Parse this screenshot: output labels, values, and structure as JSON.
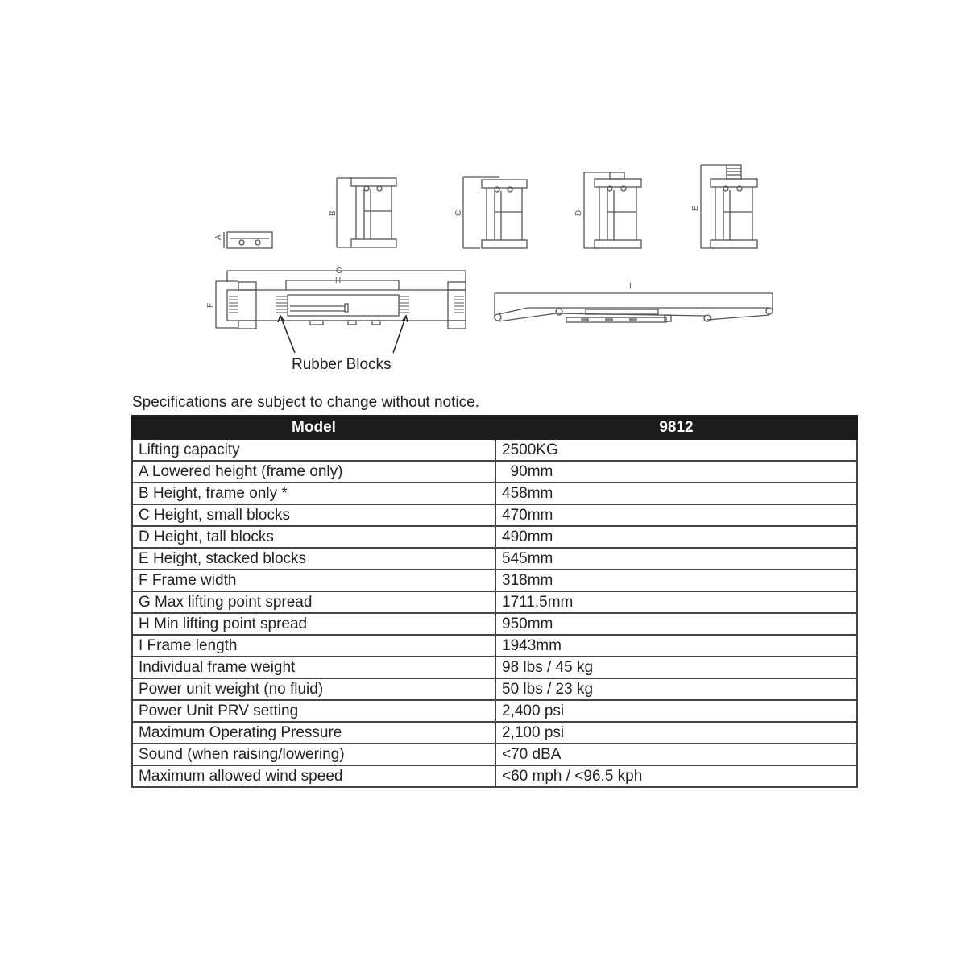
{
  "drawing": {
    "dimension_labels": [
      "A",
      "B",
      "C",
      "D",
      "E",
      "F",
      "G",
      "H",
      "I"
    ],
    "callout": "Rubber Blocks"
  },
  "notice": "Specifications are subject to change without notice.",
  "table": {
    "header": {
      "col1": "Model",
      "col2": "9812"
    },
    "rows": [
      {
        "label": "Lifting capacity",
        "value": "2500KG"
      },
      {
        "label": "A Lowered height (frame only)",
        "value": "  90mm"
      },
      {
        "label": "B Height, frame only *",
        "value": "458mm"
      },
      {
        "label": "C Height, small blocks",
        "value": "470mm"
      },
      {
        "label": "D Height, tall blocks",
        "value": "490mm"
      },
      {
        "label": "E Height, stacked blocks",
        "value": "545mm"
      },
      {
        "label": "F Frame width",
        "value": "318mm"
      },
      {
        "label": "G Max lifting point spread",
        "value": "1711.5mm"
      },
      {
        "label": "H Min lifting point spread",
        "value": "950mm"
      },
      {
        "label": "I Frame length",
        "value": "1943mm"
      },
      {
        "label": "Individual frame weight",
        "value": "98 lbs / 45 kg"
      },
      {
        "label": "Power unit weight (no fluid)",
        "value": "50 lbs / 23 kg"
      },
      {
        "label": "Power Unit PRV setting",
        "value": "2,400 psi"
      },
      {
        "label": "Maximum Operating Pressure",
        "value": "2,100 psi"
      },
      {
        "label": "Sound (when raising/lowering)",
        "value": "<70 dBA"
      },
      {
        "label": "Maximum allowed wind speed",
        "value": "<60 mph / <96.5 kph"
      }
    ]
  }
}
